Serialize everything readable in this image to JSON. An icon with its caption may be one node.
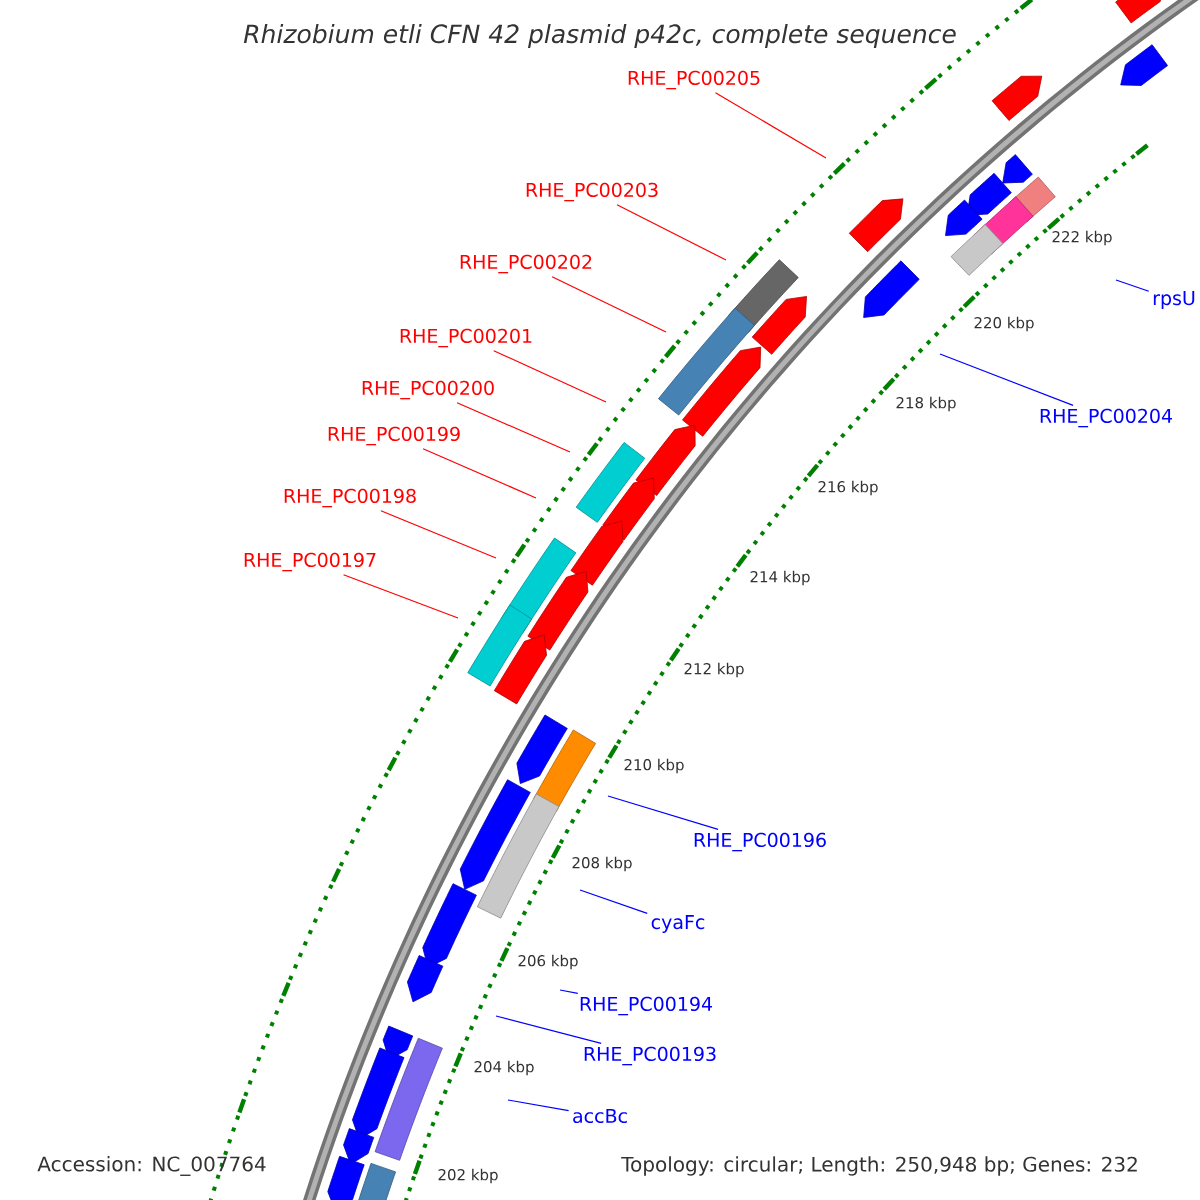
{
  "diagram": {
    "title": "Rhizobium etli CFN 42 plasmid p42c, complete sequence",
    "nodes": [
      {
        "text": [
          "RHE_PC00205"
        ]
      },
      {
        "text": [
          "RHE_PC00203"
        ]
      },
      {
        "text": [
          "RHE_PC00202"
        ]
      },
      {
        "text": [
          "rpsU"
        ]
      },
      {
        "text": [
          "RHE_PC00201"
        ]
      },
      {
        "text": [
          "RHE_PC00200"
        ]
      },
      {
        "text": [
          "RHE_PC00204"
        ]
      },
      {
        "text": [
          "RHE_PC00199"
        ]
      },
      {
        "text": [
          "RHE_PC00198"
        ]
      },
      {
        "text": [
          "RHE_PC00197"
        ]
      },
      {
        "text": [
          "RHE_PC00196"
        ]
      },
      {
        "text": [
          "cyaFc"
        ]
      },
      {
        "text": [
          "RHE_PC00194"
        ]
      },
      {
        "text": [
          "RHE_PC00193"
        ]
      },
      {
        "text": [
          "accBc"
        ]
      }
    ],
    "edges": [
      {
        "from": 0,
        "to": null,
        "arrow": "none"
      },
      {
        "from": 1,
        "to": null,
        "arrow": "none"
      },
      {
        "from": 2,
        "to": null,
        "arrow": "none"
      },
      {
        "from": 3,
        "to": null,
        "arrow": "none",
        "color": "#0000ff"
      },
      {
        "from": 4,
        "to": null,
        "arrow": "none"
      },
      {
        "from": 5,
        "to": null,
        "arrow": "none"
      },
      {
        "from": 6,
        "to": null,
        "arrow": "none",
        "color": "#0000ff"
      },
      {
        "from": 7,
        "to": null,
        "arrow": "none"
      },
      {
        "from": 8,
        "to": null,
        "arrow": "none"
      },
      {
        "from": 9,
        "to": null,
        "arrow": "none"
      },
      {
        "from": 10,
        "to": null,
        "arrow": "none",
        "color": "#0000ff"
      },
      {
        "from": 11,
        "to": null,
        "arrow": "none",
        "color": "#0000ff"
      },
      {
        "from": 12,
        "to": null,
        "arrow": "none",
        "color": "#0000ff"
      },
      {
        "from": 13,
        "to": null,
        "arrow": "none",
        "color": "#0000ff"
      },
      {
        "from": 14,
        "to": null,
        "arrow": "none",
        "color": "#0000ff"
      }
    ],
    "labels": [
      "222 kbp",
      "220 kbp",
      "218 kbp",
      "216 kbp",
      "214 kbp",
      "212 kbp",
      "210 kbp",
      "208 kbp",
      "206 kbp",
      "204 kbp",
      "202 kbp",
      "Accession: NC_007764",
      "Topology: circular; Length: 250,948 bp; Genes: 232"
    ]
  }
}
